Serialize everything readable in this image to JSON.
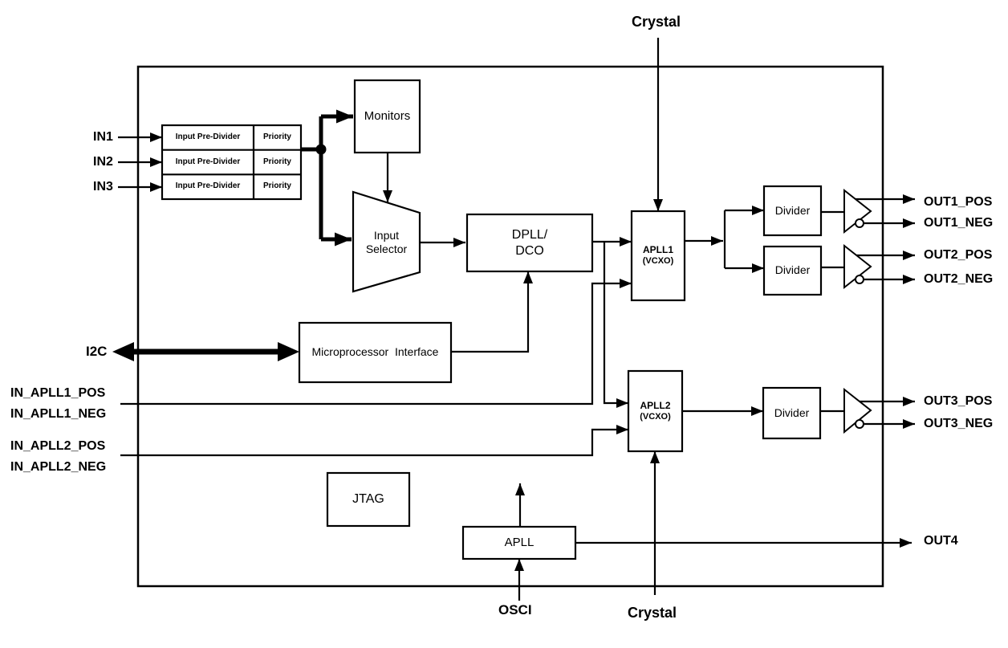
{
  "diagram": {
    "title": "clock-pll-block-diagram",
    "inputs": {
      "in1": "IN1",
      "in2": "IN2",
      "in3": "IN3",
      "i2c": "I2C",
      "in_apll1_pos": "IN_APLL1_POS",
      "in_apll1_neg": "IN_APLL1_NEG",
      "in_apll2_pos": "IN_APLL2_POS",
      "in_apll2_neg": "IN_APLL2_NEG",
      "osci": "OSCI",
      "crystal_top": "Crystal",
      "crystal_bottom": "Crystal"
    },
    "outputs": {
      "out1_pos": "OUT1_POS",
      "out1_neg": "OUT1_NEG",
      "out2_pos": "OUT2_POS",
      "out2_neg": "OUT2_NEG",
      "out3_pos": "OUT3_POS",
      "out3_neg": "OUT3_NEG",
      "out4": "OUT4"
    },
    "blocks": {
      "monitors": "Monitors",
      "pre_divider": {
        "label": "Input Pre-Divider",
        "priority": "Priority"
      },
      "input_selector": {
        "line1": "Input",
        "line2": "Selector"
      },
      "dpll": {
        "line1": "DPLL/",
        "line2": "DCO"
      },
      "mpu": "Microprocessor  Interface",
      "apll1": {
        "name": "APLL1",
        "sub": "(VCXO)"
      },
      "apll2": {
        "name": "APLL2",
        "sub": "(VCXO)"
      },
      "divider1": "Divider",
      "divider2": "Divider",
      "divider3": "Divider",
      "jtag": "JTAG",
      "apll": "APLL"
    },
    "colors": {
      "line": "#000000",
      "background": "#ffffff"
    }
  }
}
